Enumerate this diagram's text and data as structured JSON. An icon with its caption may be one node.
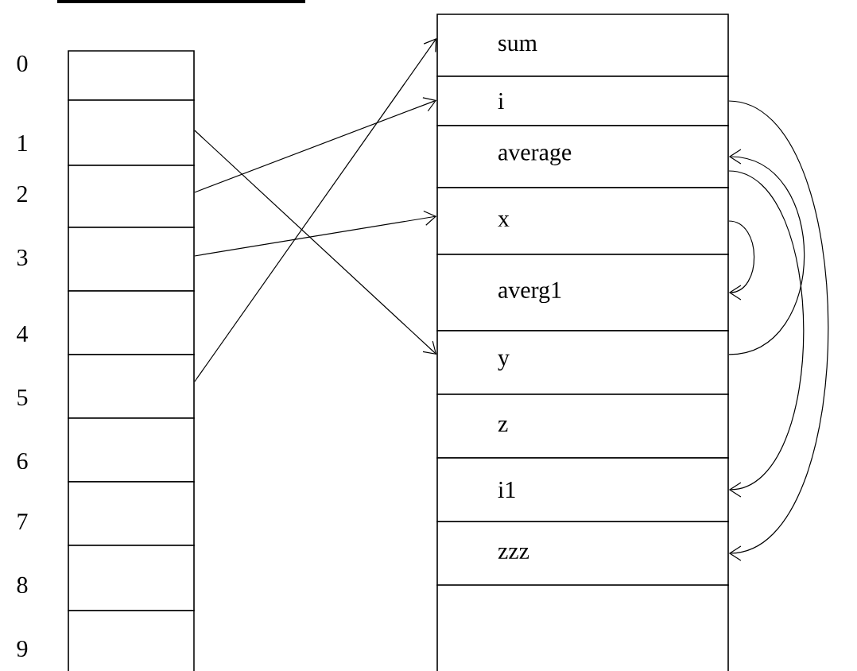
{
  "diagram": {
    "nodes": [
      {
        "text": [],
        "shape": "box",
        "beside": [
          "0"
        ]
      },
      {
        "text": [],
        "shape": "box",
        "beside": [
          "1"
        ]
      },
      {
        "text": [],
        "shape": "box",
        "beside": [
          "2"
        ]
      },
      {
        "text": [],
        "shape": "box",
        "beside": [
          "3"
        ]
      },
      {
        "text": [],
        "shape": "box",
        "beside": [
          "4"
        ]
      },
      {
        "text": [],
        "shape": "box",
        "beside": [
          "5"
        ]
      },
      {
        "text": [],
        "shape": "box",
        "beside": [
          "6"
        ]
      },
      {
        "text": [],
        "shape": "box",
        "beside": [
          "7"
        ]
      },
      {
        "text": [],
        "shape": "box",
        "beside": [
          "8"
        ]
      },
      {
        "text": [],
        "shape": "box",
        "beside": [
          "9"
        ]
      },
      {
        "text": [
          "sum"
        ]
      },
      {
        "text": [
          "i"
        ]
      },
      {
        "text": [
          "average"
        ]
      },
      {
        "text": [
          "x"
        ]
      },
      {
        "text": [
          "averg1"
        ]
      },
      {
        "text": [
          "y"
        ]
      },
      {
        "text": [
          "z"
        ]
      },
      {
        "text": [
          "i1"
        ]
      },
      {
        "text": [
          "zzz"
        ]
      },
      {
        "text": [],
        "shape": "box"
      }
    ],
    "edges": [
      {
        "from": 1,
        "to": 15,
        "arrow": "to"
      },
      {
        "from": 2,
        "to": 11,
        "arrow": "to"
      },
      {
        "from": 3,
        "to": 13,
        "arrow": "to"
      },
      {
        "from": 5,
        "to": 10,
        "arrow": "to"
      },
      {
        "from": 13,
        "to": 14,
        "arrow": "to"
      },
      {
        "from": 15,
        "to": 12,
        "arrow": "to"
      },
      {
        "from": 12,
        "to": 17,
        "arrow": "to"
      },
      {
        "from": 11,
        "to": 18,
        "arrow": "to"
      }
    ]
  }
}
